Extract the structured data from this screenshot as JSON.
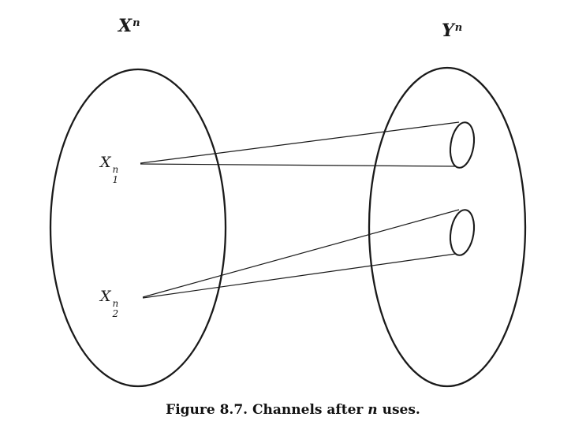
{
  "figure": {
    "input_space": {
      "base": "X",
      "sup": "n"
    },
    "output_space": {
      "base": "Y",
      "sup": "n"
    },
    "codeword_1": {
      "base": "X",
      "sup": "n",
      "sub": "1"
    },
    "codeword_2": {
      "base": "X",
      "sup": "n",
      "sub": "2"
    },
    "caption": {
      "label": "Figure 8.7.",
      "pre": "Channels after",
      "variable": "n",
      "post": "uses."
    }
  },
  "colors": {
    "ink": "#1a1a1a",
    "background": "#ffffff"
  }
}
